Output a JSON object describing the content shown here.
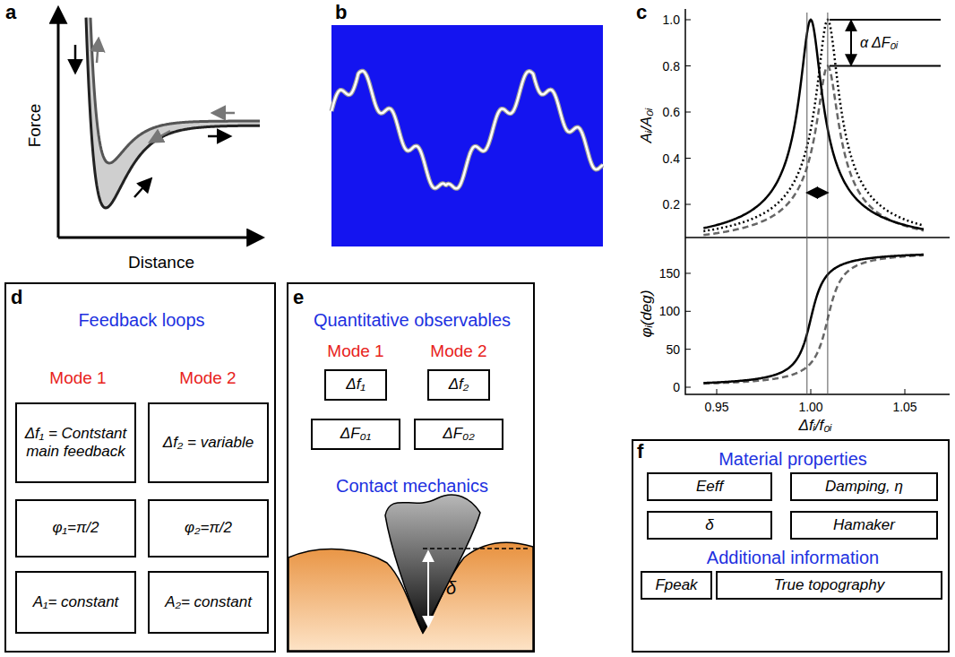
{
  "diagram": {
    "nodes": [
      {
        "text": [
          "Feedback loops",
          "Mode 1",
          "Mode 2"
        ]
      },
      {
        "text": [
          "Δf₁ = Contstant main feedback"
        ],
        "in": 0
      },
      {
        "text": [
          "Δf₂ = variable"
        ],
        "in": 0
      },
      {
        "text": [
          "φ₁=π/2"
        ],
        "in": 0
      },
      {
        "text": [
          "φ₂=π/2"
        ],
        "in": 0
      },
      {
        "text": [
          "A₁= constant"
        ],
        "in": 0
      },
      {
        "text": [
          "A₂= constant"
        ],
        "in": 0
      },
      {
        "text": [
          "Quantitative observables",
          "Mode 1",
          "Mode 2",
          "Contact mechanics"
        ]
      },
      {
        "text": [
          "Δf₁"
        ],
        "in": 7
      },
      {
        "text": [
          "Δf₂"
        ],
        "in": 7
      },
      {
        "text": [
          "ΔF₀₁"
        ],
        "in": 7
      },
      {
        "text": [
          "ΔF₀₂"
        ],
        "in": 7
      },
      {
        "text": [
          "Material properties",
          "Additional information"
        ]
      },
      {
        "text": [
          "Eeff"
        ],
        "in": 12
      },
      {
        "text": [
          "Damping, η"
        ],
        "in": 12
      },
      {
        "text": [
          "δ"
        ],
        "in": 12
      },
      {
        "text": [
          "Hamaker"
        ],
        "in": 12
      },
      {
        "text": [
          "Fpeak"
        ],
        "in": 12
      },
      {
        "text": [
          "True topography"
        ],
        "in": 12
      }
    ],
    "labels": [
      "a",
      "b",
      "c",
      "d",
      "e",
      "f",
      "Force",
      "Distance",
      "1.0",
      "0.8",
      "0.6",
      "0.4",
      "0.2",
      "150",
      "100",
      "50",
      "0",
      "0.95",
      "1.00",
      "1.05",
      "Aᵢ/A₀ᵢ",
      "φᵢ(deg)",
      "Δfᵢ/f₀ᵢ",
      "α ΔF₀ᵢ",
      "δ"
    ]
  }
}
